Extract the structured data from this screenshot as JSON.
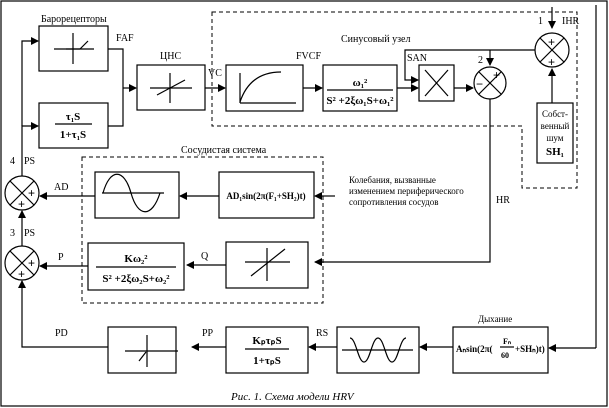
{
  "figure": {
    "caption": "Рис. 1. Схема модели HRV"
  },
  "groups": {
    "sinus_node": "Синусовый узел",
    "vascular_system": "Сосудистая система"
  },
  "blocks": {
    "baroreceptors": {
      "title": "Барорецепторы"
    },
    "derivative_filter": {
      "num": "τ₁S",
      "den": "1+τ₁S"
    },
    "cns": {
      "title": "ЦНС"
    },
    "saturation": {},
    "second_order_sinus": {
      "num": "ω₁²",
      "den": "S² +2ξω₁S+ω₁²"
    },
    "multiplier": {},
    "own_noise": {
      "line1": "Собст-",
      "line2": "венный",
      "line3": "шум",
      "line4": "SH₁"
    },
    "sine_generator_ad": {
      "formula": "AD₁sin(2π(F₁+SH₂)t)"
    },
    "sine_wave_ad": {},
    "second_order_vascular": {
      "num": "Kω₂²",
      "den": "S² +2ξω₂S+ω₂²"
    },
    "linear_q": {},
    "breathing": {
      "title": "Дыхание",
      "formula_a": "Aₙsin(2π(",
      "formula_frac_num": "Fₙ",
      "formula_frac_den": "60",
      "formula_b": "+SHₙ)t)"
    },
    "sine_wave_rs": {},
    "lead_filter": {
      "num": "KₚτₚS",
      "den": "1+τₚS"
    },
    "deadzone_pd": {}
  },
  "signals": {
    "faf": "FAF",
    "vc": "VC",
    "fvcf": "FVCF",
    "san": "SAN",
    "ihr": "IHR",
    "hr": "HR",
    "ad": "AD",
    "p": "P",
    "q": "Q",
    "ps4": "PS",
    "ps3": "PS",
    "pd": "PD",
    "pp": "PP",
    "rs": "RS"
  },
  "summators": {
    "s1": {
      "number": "1"
    },
    "s2": {
      "number": "2"
    },
    "s3": {
      "number": "3"
    },
    "s4": {
      "number": "4"
    }
  },
  "annotation": {
    "line1": "Колебания, вызванные",
    "line2": "изменением периферического",
    "line3": "сопротивления сосудов"
  }
}
